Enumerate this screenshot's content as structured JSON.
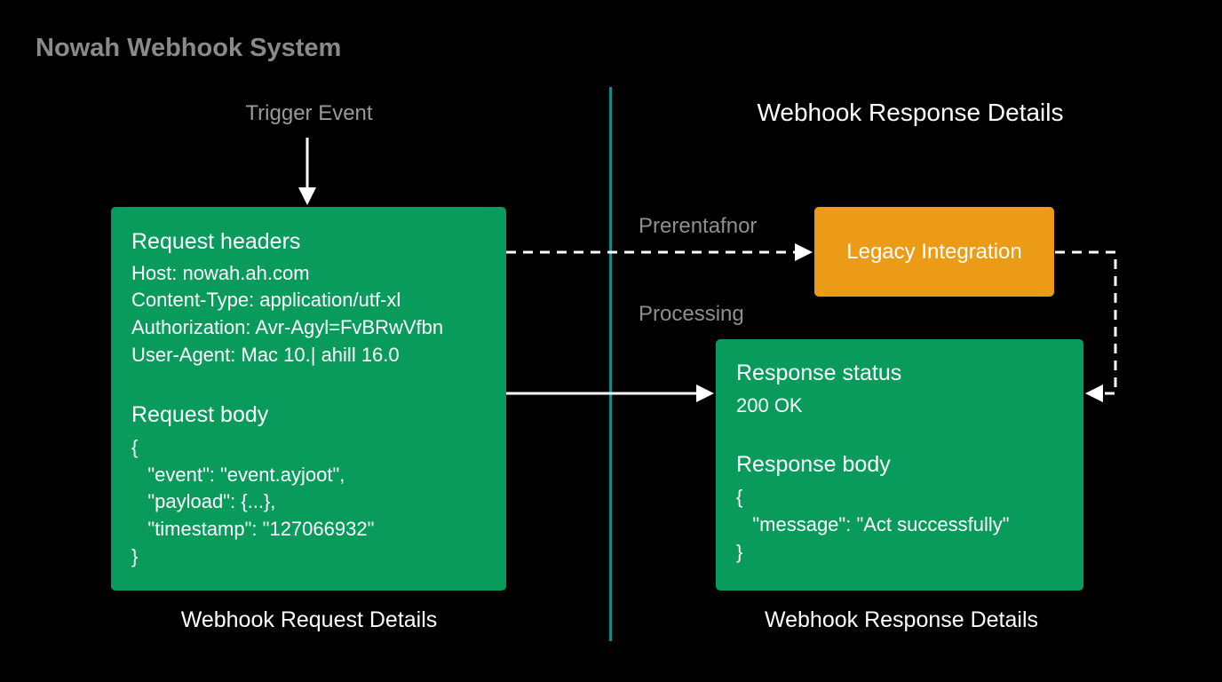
{
  "title": "Nowah Webhook System",
  "trigger_label": "Trigger Event",
  "right_heading": "Webhook Response Details",
  "request": {
    "headers_title": "Request headers",
    "headers": [
      "Host: nowah.ah.com",
      "Content-Type: application/utf-xl",
      "Authorization: Avr-Agyl=FvBRwVfbn",
      "User-Agent: Mac 10.| ahill 16.0"
    ],
    "body_title": "Request body",
    "body_lines": [
      "{",
      "   \"event\": \"event.ayjoot\",",
      "   \"payload\": {...},",
      "   \"timestamp\": \"127066932\"",
      "}"
    ],
    "caption": "Webhook Request Details"
  },
  "flow_labels": {
    "top": "Prerentafnor",
    "middle": "Processing"
  },
  "legacy": {
    "label": "Legacy Integration"
  },
  "response": {
    "status_title": "Response status",
    "status_value": "200 OK",
    "body_title": "Response body",
    "body_lines": [
      "{",
      "   \"message\": \"Act successfully\"",
      "}"
    ],
    "caption": "Webhook Response Details"
  },
  "colors": {
    "background": "#000000",
    "box_green": "#089b5c",
    "box_orange": "#ec9b17",
    "divider_teal": "#138a8a"
  }
}
